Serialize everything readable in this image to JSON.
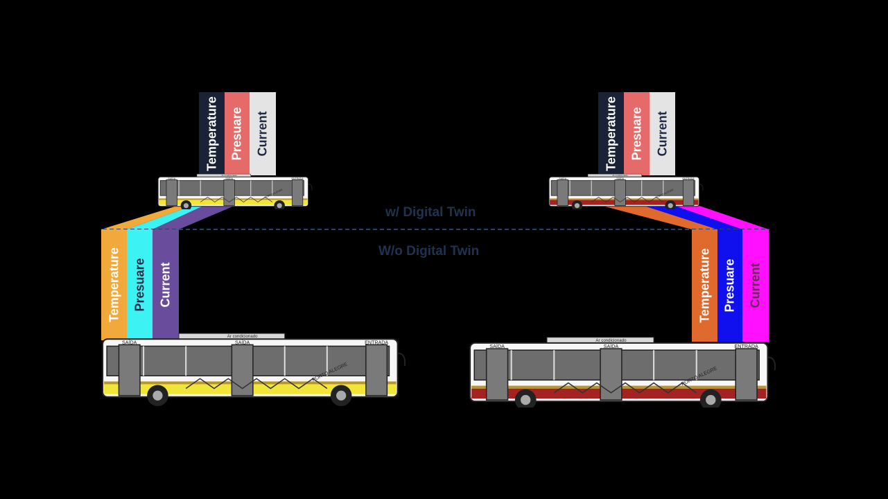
{
  "labels": {
    "top": "w/ Digital Twin",
    "bottom": "W/o Digital Twin"
  },
  "bus_text": {
    "saida": "SAÍDA",
    "entrada": "ENTRADA",
    "ar": "Ar condicionado",
    "brand": "PORTO ALEGRE"
  },
  "left": {
    "small_bars": [
      {
        "label": "Temperature",
        "bg": "#1a2238",
        "fg": "#ffffff"
      },
      {
        "label": "Presuare",
        "bg": "#e56a6a",
        "fg": "#ffffff"
      },
      {
        "label": "Current",
        "bg": "#e4e4e4",
        "fg": "#1f2a44"
      }
    ],
    "big_bars": [
      {
        "label": "Temperature",
        "bg": "#f2a93b",
        "fg": "#ffffff"
      },
      {
        "label": "Presuare",
        "bg": "#3cf2f2",
        "fg": "#1f2a44"
      },
      {
        "label": "Current",
        "bg": "#6a4c9c",
        "fg": "#ffffff"
      }
    ],
    "bus_stripe": "#f2e53a"
  },
  "right": {
    "small_bars": [
      {
        "label": "Temperature",
        "bg": "#1a2238",
        "fg": "#ffffff"
      },
      {
        "label": "Presuare",
        "bg": "#e56a6a",
        "fg": "#ffffff"
      },
      {
        "label": "Current",
        "bg": "#e4e4e4",
        "fg": "#1f2a44"
      }
    ],
    "big_bars": [
      {
        "label": "Temperature",
        "bg": "#e0692e",
        "fg": "#ffffff"
      },
      {
        "label": "Presuare",
        "bg": "#1010ee",
        "fg": "#ffffff"
      },
      {
        "label": "Current",
        "bg": "#ff10ff",
        "fg": "#6a2a5a"
      }
    ],
    "bus_stripe": "#a52222"
  }
}
